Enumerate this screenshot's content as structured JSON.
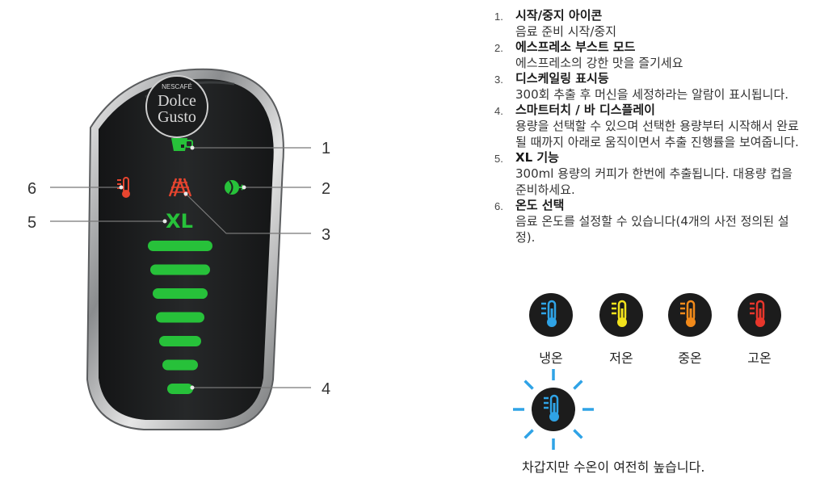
{
  "device": {
    "brand_top": "NESCAFÉ",
    "brand_line1": "Dolce",
    "brand_line2": "Gusto",
    "xl_label": "XL",
    "colors": {
      "body": "#1e1f20",
      "bezel": "#9a9c9e",
      "led_green": "#27c13a",
      "led_red": "#e8452f",
      "brand_text": "#d8d8d8"
    },
    "level_bar_count": 7,
    "icons": [
      "cup-start-stop-icon",
      "espresso-boost-icon",
      "descaling-icon",
      "xl-icon",
      "thermometer-icon"
    ]
  },
  "callouts": [
    "1",
    "2",
    "3",
    "4",
    "5",
    "6"
  ],
  "legend": [
    {
      "num": "1.",
      "title": "시작/중지 아이콘",
      "desc": "음료 준비 시작/중지"
    },
    {
      "num": "2.",
      "title": "에스프레소 부스트 모드",
      "desc": "에스프레소의 강한 맛을 즐기세요"
    },
    {
      "num": "3.",
      "title": "디스케일링 표시등",
      "desc": "300회 추출 후 머신을 세정하라는 알람이 표시됩니다."
    },
    {
      "num": "4.",
      "title": "스마트터치 / 바 디스플레이",
      "desc": "용량을 선택할 수 있으며 선택한 용량부터 시작해서 완료될 때까지 아래로 움직이면서 추출 진행률을 보여줍니다."
    },
    {
      "num": "5.",
      "title": "XL 기능",
      "desc": "300ml 용량의 커피가 한번에 추출됩니다. 대용량 컵을 준비하세요."
    },
    {
      "num": "6.",
      "title": "온도 선택",
      "desc": "음료 온도를 설정할 수 있습니다(4개의 사전 정의된 설정)."
    }
  ],
  "temperatures": [
    {
      "label": "냉온",
      "color": "#2fa3e6"
    },
    {
      "label": "저온",
      "color": "#f2e21c"
    },
    {
      "label": "중온",
      "color": "#f28a1a"
    },
    {
      "label": "고온",
      "color": "#e8362b"
    }
  ],
  "caution": {
    "text": "차갑지만 수온이 여전히 높습니다.",
    "color": "#2fa3e6"
  }
}
